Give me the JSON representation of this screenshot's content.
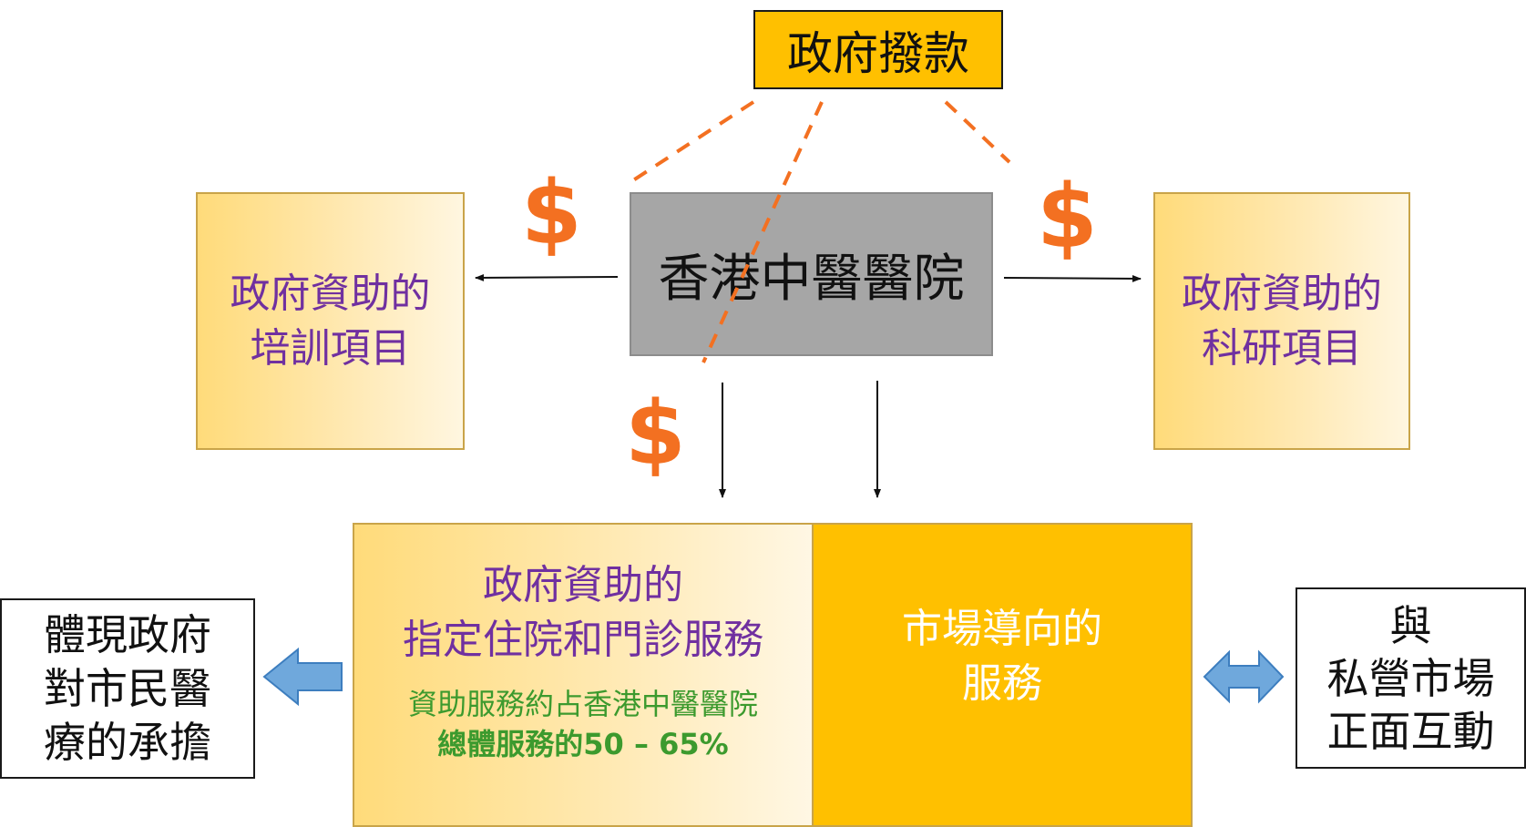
{
  "nodes": {
    "gov_funding": "政府撥款",
    "hospital": "香港中醫醫院",
    "training": [
      "政府資助的",
      "培訓項目"
    ],
    "research": [
      "政府資助的",
      "科研項目"
    ],
    "designated_service": [
      "政府資助的",
      "指定住院和門診服務"
    ],
    "designated_note": [
      "資助服務約占香港中醫醫院",
      "總體服務的50 – 65%"
    ],
    "market_service": [
      "市場導向的",
      "服務"
    ],
    "commitment": [
      "體現政府",
      "對市民醫",
      "療的承擔"
    ],
    "private_market": [
      "與",
      "私營市場",
      "正面互動"
    ]
  },
  "dollar_symbol": "$",
  "colors": {
    "funding_box": "#FFC000",
    "hospital_box": "#A6A6A6",
    "purple_text": "#7030A0",
    "green_text": "#3C9A2E",
    "dollar": "#F37021",
    "dashed_line": "#F37021",
    "block_arrow": "#6FA8DC"
  }
}
